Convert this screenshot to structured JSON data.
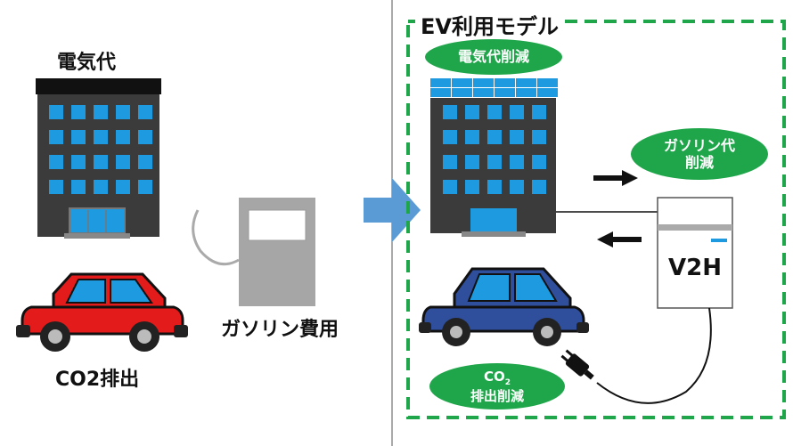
{
  "left": {
    "building_label": "電気代",
    "car_label": "CO2排出",
    "pump_label": "ガソリン費用"
  },
  "right": {
    "title": "EV利用モデル",
    "pill_electricity": "電気代削減",
    "pill_gasoline_line1": "ガソリン代",
    "pill_gasoline_line2": "削減",
    "pill_co2_main": "CO",
    "pill_co2_sub": "2",
    "pill_co2_line2": "排出削減",
    "v2h_label": "V2H"
  },
  "colors": {
    "accent_green": "#1fa64a",
    "dashed_border": "#1fa64a",
    "arrow_blue": "#5b9bd5",
    "window_blue": "#1e9be0",
    "building_dark": "#3b3b3b",
    "car_red": "#e31b1b",
    "car_blue": "#2f4f9c",
    "pump_gray": "#a6a6a6"
  }
}
